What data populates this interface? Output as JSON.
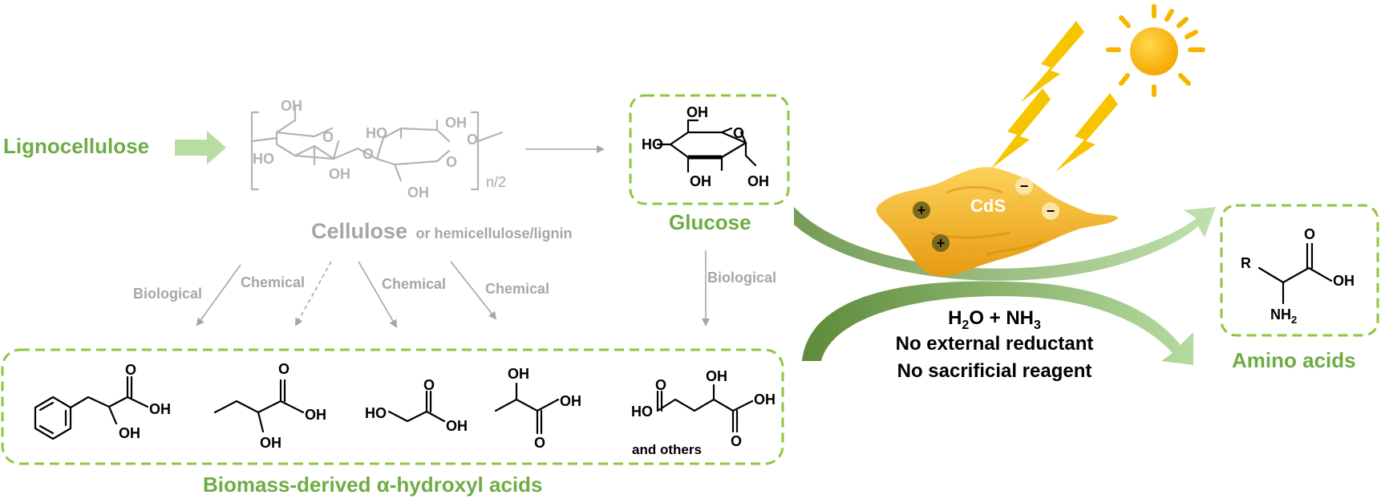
{
  "colors": {
    "accent_green": "#6fac46",
    "light_green": "#b9dca0",
    "gray_text": "#a6a6a6",
    "sun_yellow": "#f7b500",
    "cds_orange": "#f5b31a"
  },
  "labels": {
    "lignocellulose": "Lignocellulose",
    "cellulose": "Cellulose",
    "cellulose_suffix": "or hemicellulose/lignin",
    "repeat_index": "n/2",
    "glucose": "Glucose",
    "cds": "CdS",
    "hydroxyl_acids_title": "Biomass-derived α-hydroxyl acids",
    "amino_acids": "Amino acids",
    "and_others": "and others",
    "conditions_line1_a": "H",
    "conditions_line1_sub1": "2",
    "conditions_line1_b": "O + NH",
    "conditions_line1_sub2": "3",
    "conditions_line2": "No external reductant",
    "conditions_line3": "No sacrificial reagent"
  },
  "pathways": [
    {
      "label": "Biological"
    },
    {
      "label": "Chemical"
    },
    {
      "label": "Chemical"
    },
    {
      "label": "Chemical"
    },
    {
      "label": "Biological"
    }
  ],
  "atoms": {
    "OH": "OH",
    "HO": "HO",
    "O": "O",
    "R": "R",
    "NH": "NH",
    "NH2_sub": "2",
    "plus": "+",
    "minus": "−"
  }
}
